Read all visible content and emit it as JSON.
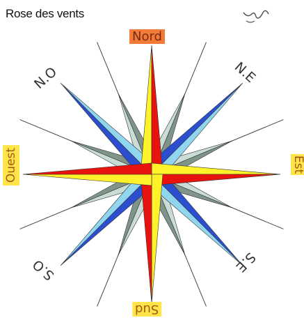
{
  "title": "Rose des vents",
  "labels": {
    "nord": "Nord",
    "est": "Est",
    "ouest": "Ouest",
    "sud": "Sud",
    "no": "N.O",
    "ne": "N.E",
    "so": "S.O",
    "se": "S.E"
  },
  "colors": {
    "cardinal_red": "#e8120e",
    "cardinal_yellow": "#fff12a",
    "ordinal_dark_blue": "#2c4fd0",
    "ordinal_light_blue": "#8fd6ee",
    "minor_dark_gray": "#7f958a",
    "minor_light_gray": "#c9ddd6",
    "label_orange": "#f47a3a",
    "label_yellow": "#ffe54a"
  }
}
